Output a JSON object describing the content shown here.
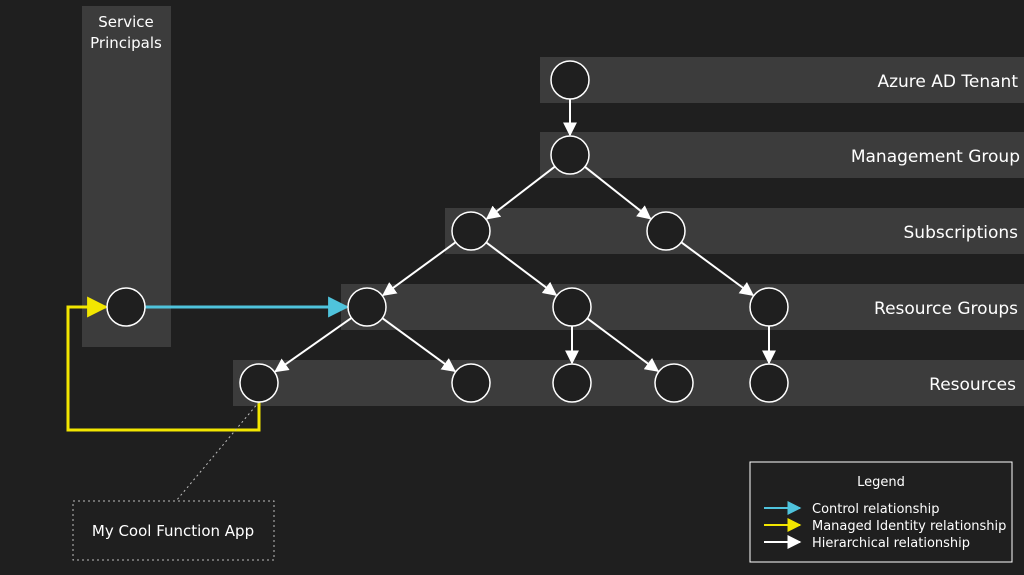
{
  "service_principals": {
    "title_line1": "Service",
    "title_line2": "Principals"
  },
  "layers": [
    {
      "id": "tenant",
      "label": "Azure AD Tenant"
    },
    {
      "id": "mgmt",
      "label": "Management Group"
    },
    {
      "id": "subs",
      "label": "Subscriptions"
    },
    {
      "id": "rg",
      "label": "Resource Groups"
    },
    {
      "id": "res",
      "label": "Resources"
    }
  ],
  "nodes": [
    {
      "id": "sp",
      "name": "service-principal-node"
    },
    {
      "id": "tenant",
      "name": "tenant-node"
    },
    {
      "id": "mg",
      "name": "management-group-node"
    },
    {
      "id": "s1",
      "name": "subscription-node"
    },
    {
      "id": "s2",
      "name": "subscription-node"
    },
    {
      "id": "rg1",
      "name": "resource-group-node"
    },
    {
      "id": "rg2",
      "name": "resource-group-node"
    },
    {
      "id": "rg3",
      "name": "resource-group-node"
    },
    {
      "id": "r1",
      "name": "resource-node"
    },
    {
      "id": "r2",
      "name": "resource-node"
    },
    {
      "id": "r3",
      "name": "resource-node"
    },
    {
      "id": "r4",
      "name": "resource-node"
    },
    {
      "id": "r5",
      "name": "resource-node"
    }
  ],
  "edges": [
    {
      "from": "tenant",
      "to": "mg",
      "type": "hierarchical"
    },
    {
      "from": "mg",
      "to": "s1",
      "type": "hierarchical"
    },
    {
      "from": "mg",
      "to": "s2",
      "type": "hierarchical"
    },
    {
      "from": "s1",
      "to": "rg1",
      "type": "hierarchical"
    },
    {
      "from": "s1",
      "to": "rg2",
      "type": "hierarchical"
    },
    {
      "from": "s2",
      "to": "rg3",
      "type": "hierarchical"
    },
    {
      "from": "rg1",
      "to": "r1",
      "type": "hierarchical"
    },
    {
      "from": "rg1",
      "to": "r2",
      "type": "hierarchical"
    },
    {
      "from": "rg2",
      "to": "r3",
      "type": "hierarchical"
    },
    {
      "from": "rg2",
      "to": "r4",
      "type": "hierarchical"
    },
    {
      "from": "rg3",
      "to": "r5",
      "type": "hierarchical"
    },
    {
      "from": "sp",
      "to": "rg1",
      "type": "control"
    },
    {
      "from": "r1",
      "to": "sp",
      "type": "managed_identity"
    }
  ],
  "callout": {
    "label": "My Cool Function App",
    "target": "r1"
  },
  "legend": {
    "title": "Legend",
    "items": [
      {
        "type": "control",
        "label": "Control relationship"
      },
      {
        "type": "managed_identity",
        "label": "Managed Identity relationship"
      },
      {
        "type": "hierarchical",
        "label": "Hierarchical relationship"
      }
    ]
  },
  "colors": {
    "background": "#1f1f1f",
    "band": "#3c3c3c",
    "node_fill": "#1f1f1f",
    "node_stroke": "#ffffff",
    "hierarchical": "#ffffff",
    "control": "#4fc3dc",
    "managed_identity": "#f2e600",
    "callout_border": "#bdbdbd"
  }
}
